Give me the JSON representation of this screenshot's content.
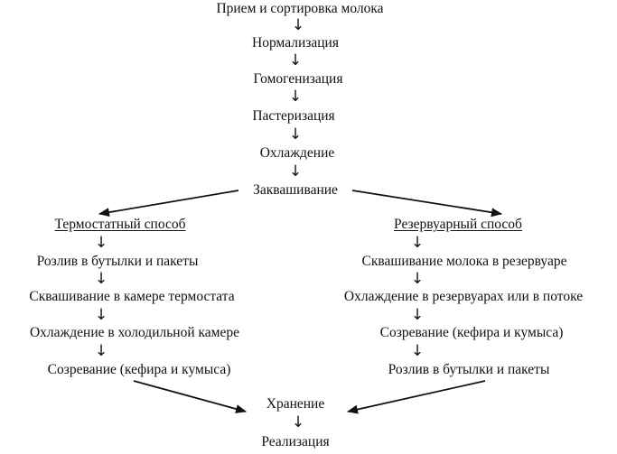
{
  "main_flow": {
    "steps": [
      "Прием и сортировка молока",
      "Нормализация",
      "Гомогенизация",
      "Пастеризация",
      "Охлаждение",
      "Заквашивание"
    ]
  },
  "branches": {
    "left": {
      "heading": "Термостатный способ",
      "steps": [
        "Розлив в бутылки и пакеты",
        "Сквашивание в камере термостата",
        "Охлаждение в холодильной камере",
        "Созревание (кефира и кумыса)"
      ]
    },
    "right": {
      "heading": "Резервуарный способ",
      "steps": [
        "Сквашивание молока в резервуаре",
        "Охлаждение в резервуарах или в потоке",
        "Созревание (кефира и кумыса)",
        "Розлив в бутылки и пакеты"
      ]
    }
  },
  "final_flow": {
    "steps": [
      "Хранение",
      "Реализация"
    ]
  },
  "colors": {
    "text": "#111111",
    "background": "#ffffff"
  },
  "arrow_glyph": "↓"
}
